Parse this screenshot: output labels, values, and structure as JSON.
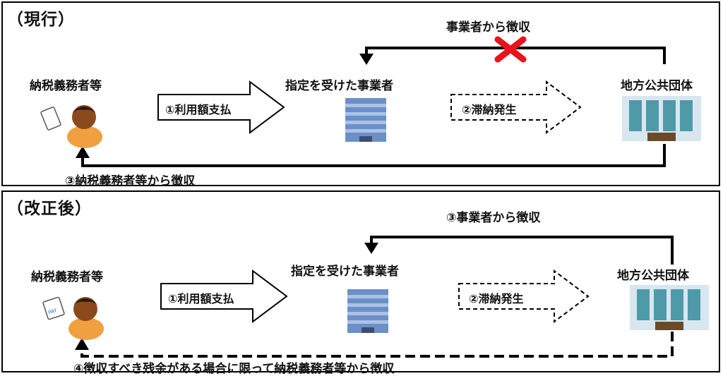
{
  "current": {
    "title": "（現行）",
    "taxpayer_label": "納税義務者等",
    "business_label": "指定を受けた事業者",
    "government_label": "地方公共団体",
    "payment_label": "①利用額支払",
    "delinquency_label": "②滞納発生",
    "collect_business_label": "事業者から徴収",
    "collect_taxpayer_label": "③納税義務者等から徴収"
  },
  "revised": {
    "title": "（改正後）",
    "taxpayer_label": "納税義務者等",
    "business_label": "指定を受けた事業者",
    "government_label": "地方公共団体",
    "payment_label": "①利用額支払",
    "delinquency_label": "②滞納発生",
    "collect_business_label": "③事業者から徴収",
    "collect_taxpayer_label": "④徴収すべき残余がある場合に限って納税義務者等から徴収",
    "document_text": "PAY"
  },
  "colors": {
    "cross": "#e8141b",
    "building_blue": "#6d8fc7",
    "building_gov": "#d8e6f0",
    "person_skin": "#8b4a1e",
    "person_shirt": "#f0a040"
  }
}
